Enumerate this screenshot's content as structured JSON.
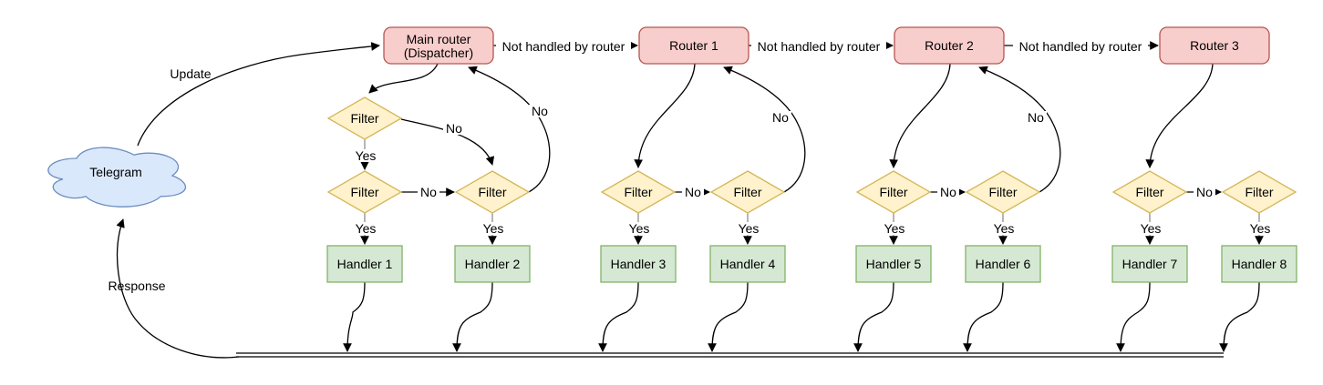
{
  "diagram": {
    "cloud": {
      "label": "Telegram"
    },
    "nodes": {
      "main_router": {
        "line1": "Main router",
        "line2": "(Dispatcher)"
      },
      "router1": {
        "label": "Router 1"
      },
      "router2": {
        "label": "Router 2"
      },
      "router3": {
        "label": "Router 3"
      },
      "filter": {
        "label": "Filter"
      },
      "handlers": [
        "Handler 1",
        "Handler 2",
        "Handler 3",
        "Handler 4",
        "Handler 5",
        "Handler 6",
        "Handler 7",
        "Handler 8"
      ]
    },
    "edge_labels": {
      "update": "Update",
      "response": "Response",
      "not_handled": "Not handled by router",
      "yes": "Yes",
      "no": "No"
    },
    "colors": {
      "router_fill": "#f8cecc",
      "router_stroke": "#b85450",
      "filter_fill": "#fff2cc",
      "filter_stroke": "#d6b656",
      "handler_fill": "#d5e8d4",
      "handler_stroke": "#82b366",
      "cloud_fill": "#dae8fc",
      "cloud_stroke": "#6c8ebf",
      "edge": "#000000",
      "muted_edge": "#8f8f8f",
      "label_text": "#000000",
      "background": "#ffffff"
    }
  }
}
